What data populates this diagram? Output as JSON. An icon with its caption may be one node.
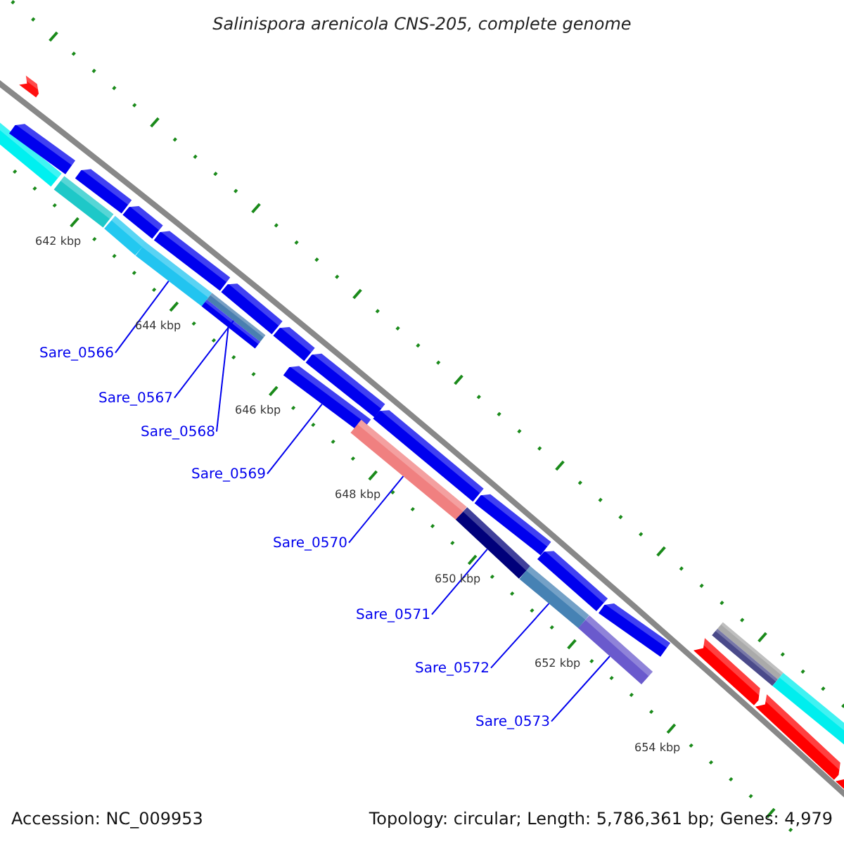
{
  "diagram": {
    "title": "Salinispora arenicola CNS-205, complete genome",
    "nodes": [
      {
        "text": [],
        "shape": "bar"
      },
      {
        "text": [],
        "shape": "bar"
      },
      {
        "text": [],
        "shape": "bar"
      },
      {
        "text": [],
        "shape": "bar"
      },
      {
        "text": [],
        "shape": "bar"
      },
      {
        "text": [],
        "shape": "bar"
      },
      {
        "text": [],
        "shape": "bar"
      },
      {
        "text": [],
        "shape": "bar"
      },
      {
        "text": [],
        "shape": "bar"
      },
      {
        "text": [],
        "shape": "bar"
      },
      {
        "text": [],
        "shape": "bar"
      },
      {
        "text": [],
        "shape": "bar"
      },
      {
        "text": [],
        "shape": "bar"
      },
      {
        "text": [],
        "shape": "bar"
      },
      {
        "text": [],
        "shape": "bar"
      },
      {
        "text": [],
        "shape": "bar"
      },
      {
        "text": [],
        "shape": "bar"
      },
      {
        "text": [],
        "shape": "bar"
      },
      {
        "text": [],
        "shape": "bar"
      },
      {
        "text": [],
        "shape": "bar"
      },
      {
        "text": [],
        "shape": "bar"
      },
      {
        "text": [],
        "shape": "bar"
      },
      {
        "text": [],
        "shape": "bar"
      },
      {
        "text": [],
        "shape": "bar"
      },
      {
        "text": [],
        "shape": "bar"
      },
      {
        "text": [],
        "shape": "bar"
      },
      {
        "text": [],
        "shape": "bar"
      },
      {
        "text": [],
        "shape": "bar"
      },
      {
        "text": [],
        "shape": "bar"
      },
      {
        "text": [
          "Sare_0566"
        ]
      },
      {
        "text": [
          "Sare_0567"
        ]
      },
      {
        "text": [
          "Sare_0568"
        ]
      },
      {
        "text": [
          "Sare_0569"
        ]
      },
      {
        "text": [
          "Sare_0570"
        ]
      },
      {
        "text": [
          "Sare_0571"
        ]
      },
      {
        "text": [
          "Sare_0572"
        ]
      },
      {
        "text": [
          "Sare_0573"
        ]
      }
    ],
    "edges": [
      {
        "from": 29,
        "to": 7,
        "arrow": "none"
      },
      {
        "from": 30,
        "to": 9,
        "arrow": "none"
      },
      {
        "from": 31,
        "to": 10,
        "arrow": "none"
      },
      {
        "from": 32,
        "to": 13,
        "arrow": "none"
      },
      {
        "from": 33,
        "to": 15,
        "arrow": "none"
      },
      {
        "from": 34,
        "to": 17,
        "arrow": "none"
      },
      {
        "from": 35,
        "to": 19,
        "arrow": "none"
      },
      {
        "from": 36,
        "to": 21,
        "arrow": "none"
      }
    ],
    "labels": [
      "642 kbp",
      "644 kbp",
      "646 kbp",
      "648 kbp",
      "650 kbp",
      "652 kbp",
      "654 kbp",
      "Accession: NC_009953",
      "Topology: circular; Length: 5,786,361 bp; Genes: 4,979"
    ]
  }
}
